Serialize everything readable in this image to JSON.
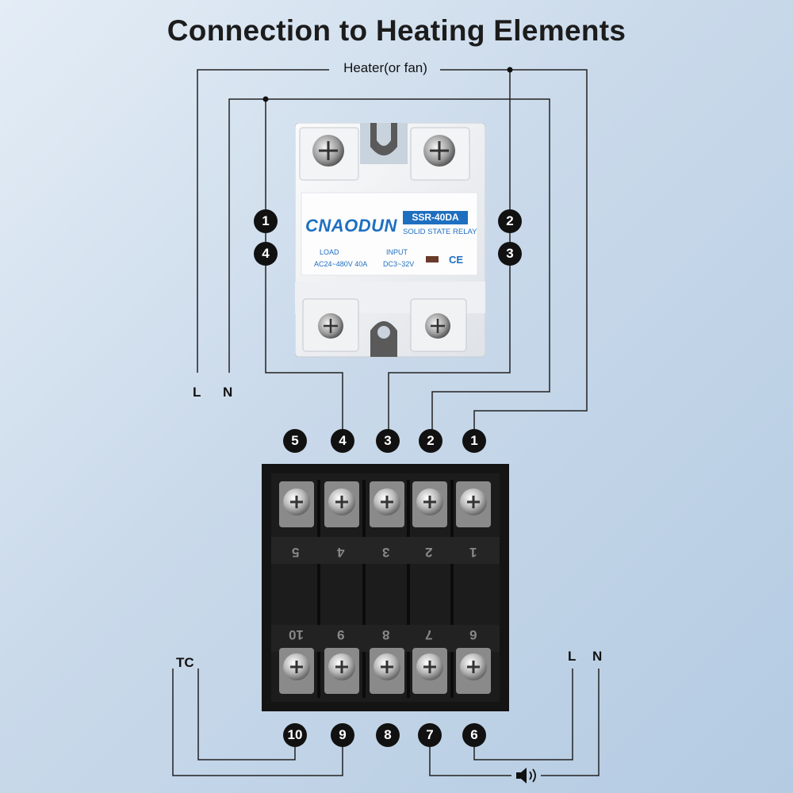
{
  "title": "Connection to Heating Elements",
  "heater_label": "Heater(or fan)",
  "left_labels": {
    "L": "L",
    "N": "N"
  },
  "bottom_left_label": "TC",
  "bottom_right_labels": {
    "L": "L",
    "N": "N"
  },
  "ssr": {
    "brand": "CNAODUN",
    "model": "SSR-40DA",
    "subtitle": "SOLID STATE RELAY",
    "load_title": "LOAD",
    "load_spec": "AC24~480V 40A",
    "input_title": "INPUT",
    "input_spec": "DC3~32V",
    "ce": "CE",
    "badges": {
      "b1": "1",
      "b4": "4",
      "b2": "2",
      "b3": "3"
    }
  },
  "controller_top_badges": [
    "5",
    "4",
    "3",
    "2",
    "1"
  ],
  "controller_bottom_badges": [
    "10",
    "9",
    "8",
    "7",
    "6"
  ],
  "controller_top_terminal_numbers": [
    "5",
    "4",
    "3",
    "2",
    "1"
  ],
  "controller_bottom_terminal_numbers": [
    "10",
    "9",
    "8",
    "7",
    "6"
  ],
  "alarm_icon": "speaker-icon",
  "colors": {
    "ssr_blue": "#1f6fc0",
    "badge": "#111111",
    "controller": "#141414"
  }
}
